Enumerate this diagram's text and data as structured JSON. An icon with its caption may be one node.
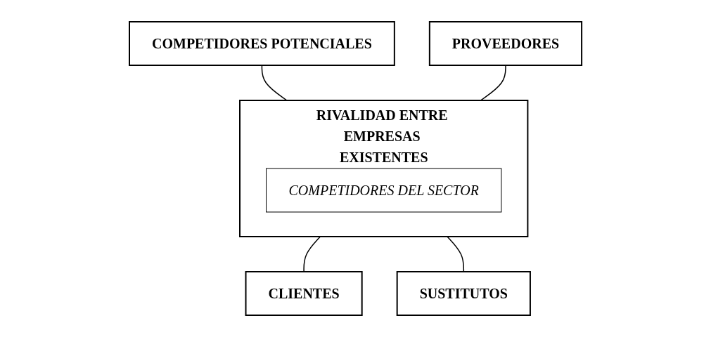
{
  "diagram": {
    "nodes": [
      {
        "text": [
          "COMPETIDORES POTENCIALES"
        ]
      },
      {
        "text": [
          "PROVEEDORES"
        ]
      },
      {
        "text": [
          "RIVALIDAD ENTRE EMPRESAS EXISTENTES"
        ]
      },
      {
        "text": [
          "COMPETIDORES DEL SECTOR"
        ],
        "in": 2
      },
      {
        "text": [
          "CLIENTES"
        ]
      },
      {
        "text": [
          "SUSTITUTOS"
        ]
      }
    ],
    "edges": [
      {
        "from": 0,
        "to": 2,
        "arrow": "none"
      },
      {
        "from": 1,
        "to": 2,
        "arrow": "none"
      },
      {
        "from": 2,
        "to": 4,
        "arrow": "none"
      },
      {
        "from": 2,
        "to": 5,
        "arrow": "none"
      }
    ]
  }
}
